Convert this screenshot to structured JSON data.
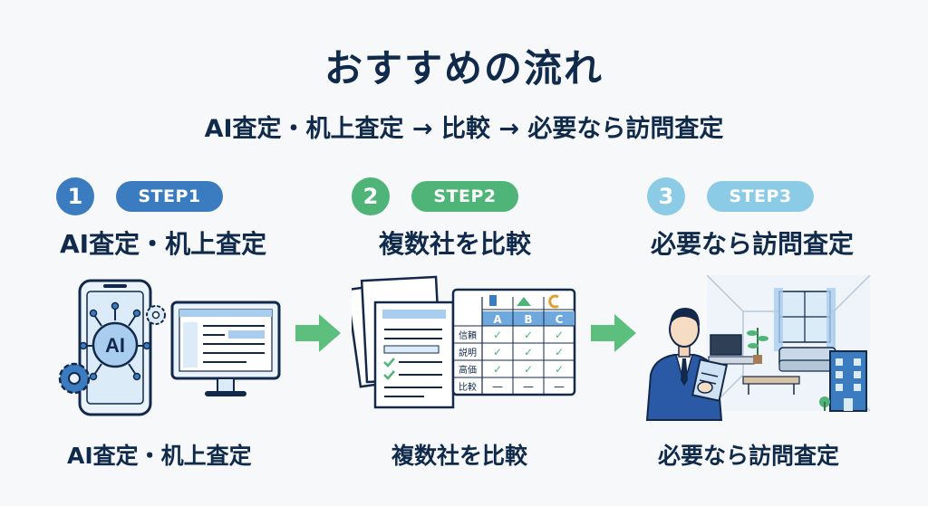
{
  "title": "おすすめの流れ",
  "subtitle": "AI査定・机上査定 → 比較 → 必要なら訪問査定",
  "colors": {
    "step1": "#3b7bbf",
    "step2": "#4fb478",
    "step3": "#8ccbe6",
    "navy": "#102a4c",
    "arrow": "#5cbf7e"
  },
  "steps": [
    {
      "number": "1",
      "label": "STEP1",
      "title": "AI査定・机上査定",
      "caption": "AI査定・机上査定",
      "icon_text": "AI"
    },
    {
      "number": "2",
      "label": "STEP2",
      "title": "複数社を比較",
      "caption": "複数社を比較",
      "table": {
        "columns": [
          "A",
          "B",
          "C"
        ],
        "rows": [
          {
            "label": "信頼",
            "marks": [
              "✓",
              "✓",
              "✓"
            ]
          },
          {
            "label": "説明",
            "marks": [
              "✓",
              "✓",
              "✓"
            ]
          },
          {
            "label": "高価",
            "marks": [
              "✓",
              "✓",
              "✓"
            ]
          },
          {
            "label": "比較",
            "marks": [
              "—",
              "—",
              "—"
            ]
          }
        ]
      }
    },
    {
      "number": "3",
      "label": "STEP3",
      "title": "必要なら訪問査定",
      "caption": "必要なら訪問査定"
    }
  ]
}
